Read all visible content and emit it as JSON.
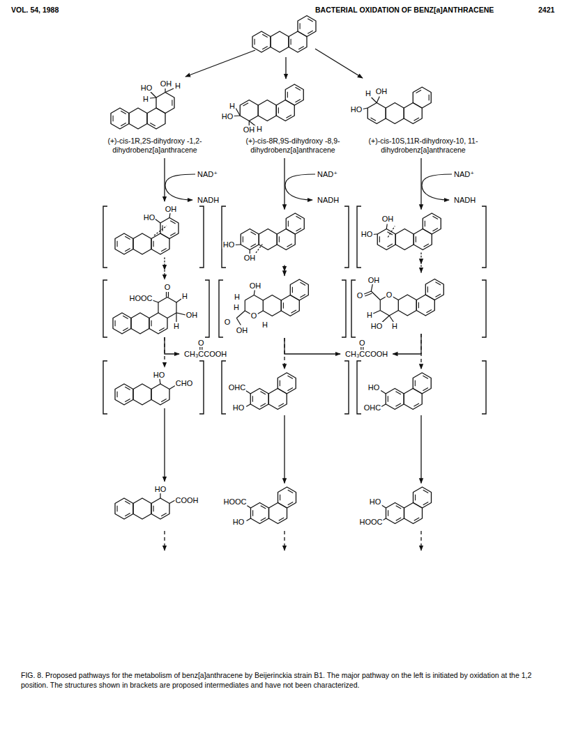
{
  "diagram": {
    "caption": "FIG. 8. Proposed pathways for the metabolism of benz[a]anthracene by Beijerinckia strain B1. The major pathway on the left is initiated by oxidation at the 1,2 position. The structures shown in brackets are proposed intermediates and have not been characterized.",
    "nodes": [
      {
        "text": [
          "HO",
          "OH",
          "H",
          "H",
          "(+)-cis-1R,2S-dihydroxy -1,2-dihydrobenz[a]anthracene"
        ]
      },
      {
        "text": [
          "H",
          "HO",
          "OH",
          "H",
          "(+)-cis-8R,9S-dihydroxy -8,9-dihydrobenz[a]anthracene"
        ]
      },
      {
        "text": [
          "H",
          "OH",
          "HO",
          "(+)-cis-10S,11R-dihydroxy-10, 11-dihydrobenz[a]anthracene"
        ]
      },
      {
        "text": [
          "HO",
          "OH"
        ]
      },
      {
        "text": [
          "HO",
          "OH"
        ]
      },
      {
        "text": [
          "OH",
          "HO"
        ]
      },
      {
        "text": [
          "O",
          "HOOC",
          "H",
          "OH",
          "H"
        ]
      },
      {
        "text": [
          "OH",
          "H",
          "H",
          "O",
          "O",
          "OH",
          "H"
        ]
      },
      {
        "text": [
          "OH",
          "O",
          "O",
          "H",
          "HO",
          "H"
        ]
      },
      {
        "text": [
          "O",
          "CH₃CCOOH"
        ]
      },
      {
        "text": [
          "O",
          "CH₃CCOOH"
        ]
      },
      {
        "text": [
          "HO",
          "CHO"
        ]
      },
      {
        "text": [
          "OHC",
          "HO"
        ]
      },
      {
        "text": [
          "HO",
          "OHC"
        ]
      },
      {
        "text": [
          "HO",
          "COOH"
        ]
      },
      {
        "text": [
          "HOOC",
          "HO"
        ]
      },
      {
        "text": [
          "HO",
          "HOOC"
        ]
      }
    ],
    "edges": [
      {
        "from": 0,
        "to": 3,
        "arrow": "to"
      },
      {
        "from": 1,
        "to": 4,
        "arrow": "to"
      },
      {
        "from": 2,
        "to": 5,
        "arrow": "to"
      },
      {
        "from": 3,
        "to": 6,
        "arrow": "to"
      },
      {
        "from": 4,
        "to": 7,
        "arrow": "to"
      },
      {
        "from": 5,
        "to": 8,
        "arrow": "to"
      },
      {
        "from": 6,
        "to": 9,
        "arrow": "to"
      },
      {
        "from": 6,
        "to": 11,
        "arrow": "to"
      },
      {
        "from": 7,
        "to": 10,
        "arrow": "to"
      },
      {
        "from": 7,
        "to": 12,
        "arrow": "to"
      },
      {
        "from": 8,
        "to": 10,
        "arrow": "to"
      },
      {
        "from": 8,
        "to": 13,
        "arrow": "to"
      },
      {
        "from": 11,
        "to": 14,
        "arrow": "to"
      },
      {
        "from": 12,
        "to": 15,
        "arrow": "to"
      },
      {
        "from": 13,
        "to": 16,
        "arrow": "to"
      }
    ],
    "labels": [
      "VOL. 54, 1988",
      "BACTERIAL OXIDATION OF BENZ[a]ANTHRACENE",
      "2421",
      "NAD⁺",
      "NADH",
      "NAD⁺",
      "NADH",
      "NAD⁺",
      "NADH"
    ]
  }
}
